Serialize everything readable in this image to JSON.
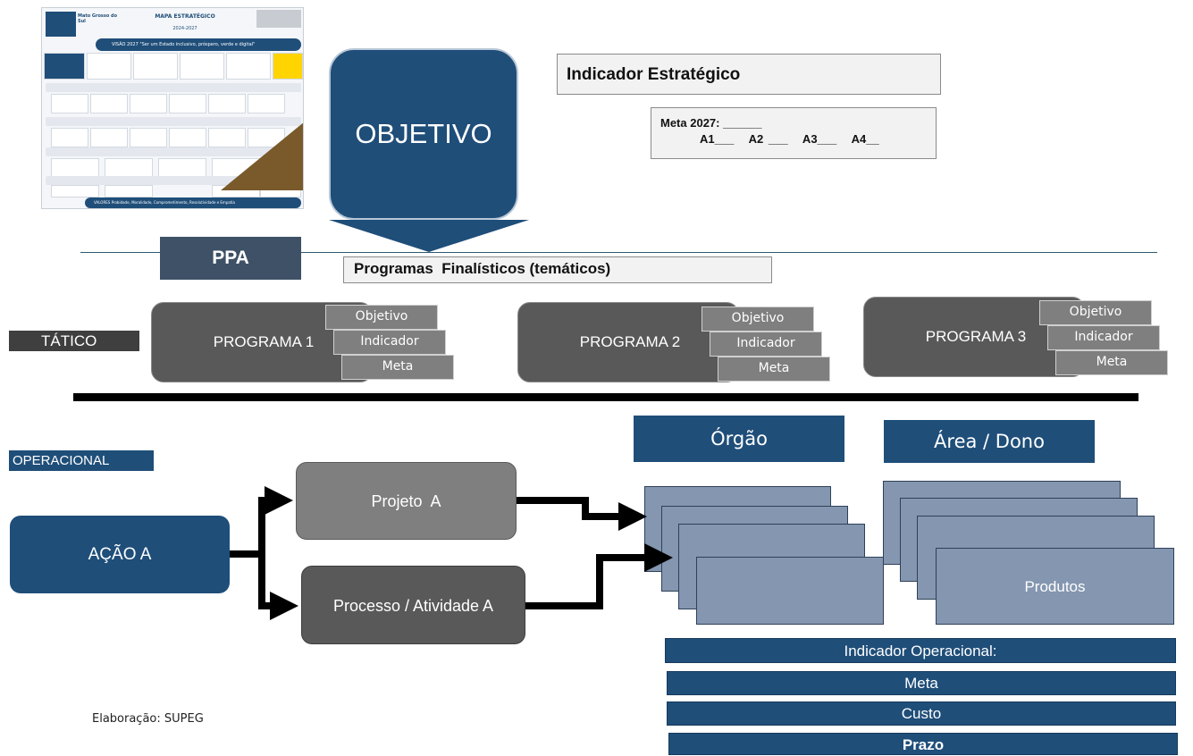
{
  "thumbnail": {
    "logo_text": "Mato Grosso do Sul",
    "title": "MAPA ESTRATÉGICO",
    "subtitle": "2024-2027",
    "vision": "VISÃO 2027 \"Ser um Estado inclusivo, próspero, verde e digital\"",
    "values": "VALORES Probidade, Moralidade, Comprometimento, Resolutividade e Empatia"
  },
  "objetivo": {
    "label": "OBJETIVO"
  },
  "indicador_estrategico": {
    "label": "Indicador Estratégico"
  },
  "meta_box": {
    "line1": "Meta 2027: ______",
    "line2": "A1___   A2 ___   A3___   A4__"
  },
  "ppa": {
    "label": "PPA"
  },
  "programas_finalisticos": {
    "label": "Programas  Finalísticos (temáticos)"
  },
  "tatico": {
    "label": "TÁTICO"
  },
  "operacional": {
    "label": "OPERACIONAL"
  },
  "programs": [
    {
      "name": "PROGRAMA 1",
      "objetivo": "Objetivo",
      "indicador": "Indicador",
      "meta": "Meta"
    },
    {
      "name": "PROGRAMA 2",
      "objetivo": "Objetivo",
      "indicador": "Indicador",
      "meta": "Meta"
    },
    {
      "name": "PROGRAMA 3",
      "objetivo": "Objetivo",
      "indicador": "Indicador",
      "meta": "Meta"
    }
  ],
  "orgao": {
    "label": "Órgão"
  },
  "area_dono": {
    "label": "Área / Dono"
  },
  "produtos": {
    "label": "Produtos"
  },
  "acao": {
    "label": "AÇÃO A"
  },
  "projeto": {
    "label": "Projeto  A"
  },
  "processo": {
    "label": "Processo / Atividade A"
  },
  "operational_bars": {
    "indicador": "Indicador Operacional:",
    "meta": "Meta",
    "custo": "Custo",
    "prazo": "Prazo"
  },
  "elaboracao": {
    "label": "Elaboração: SUPEG"
  },
  "colors": {
    "navy": "#1f4e79",
    "dark_gray": "#595959",
    "mid_gray": "#7f7f7f",
    "card_blue": "#8496b0",
    "brown": "#7a5a2a"
  }
}
